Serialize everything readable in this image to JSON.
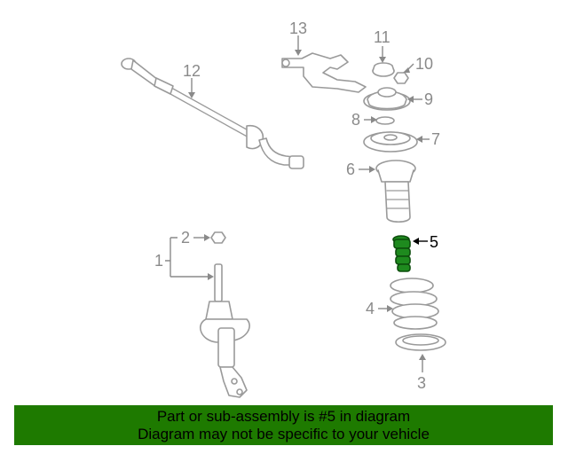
{
  "callouts": {
    "c1": "1",
    "c2": "2",
    "c3": "3",
    "c4": "4",
    "c5": "5",
    "c6": "6",
    "c7": "7",
    "c8": "8",
    "c9": "9",
    "c10": "10",
    "c11": "11",
    "c12": "12",
    "c13": "13"
  },
  "highlighted_part": "5",
  "colors": {
    "highlight": "#1e8a1e",
    "banner": "#1e7a00",
    "line_art": "#9a9a9a"
  },
  "banner": {
    "line1": "Part or sub-assembly is #5 in diagram",
    "line2": "Diagram may not be specific to your vehicle"
  }
}
